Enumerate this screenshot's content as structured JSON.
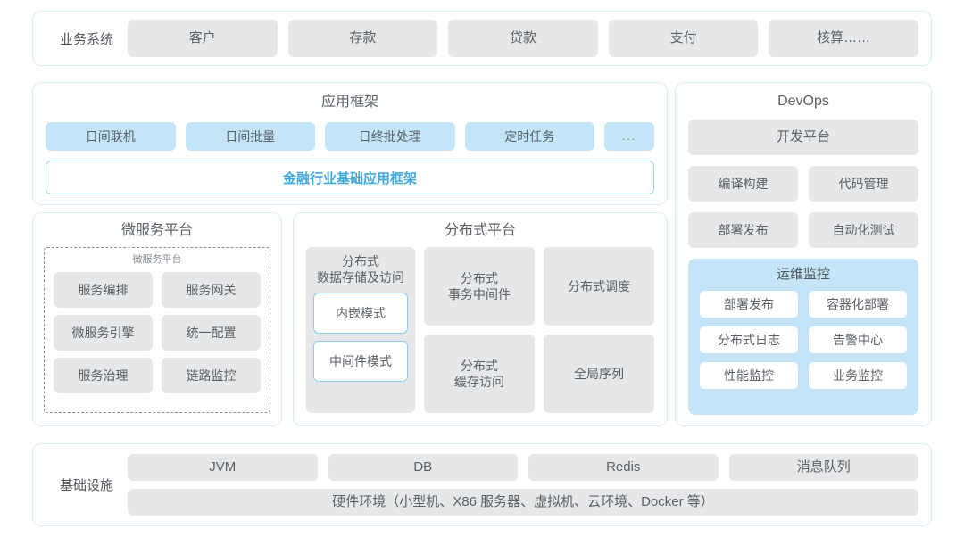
{
  "business_system": {
    "label": "业务系统",
    "items": [
      "客户",
      "存款",
      "贷款",
      "支付",
      "核算……"
    ]
  },
  "app_framework": {
    "title": "应用框架",
    "tiles": [
      "日间联机",
      "日间批量",
      "日终批处理",
      "定时任务",
      "..."
    ],
    "base_framework": "金融行业基础应用框架"
  },
  "microservice_platform": {
    "title": "微服务平台",
    "inner_title": "微服务平台",
    "items": [
      "服务编排",
      "服务网关",
      "微服务引擎",
      "统一配置",
      "服务治理",
      "链路监控"
    ]
  },
  "distributed_platform": {
    "title": "分布式平台",
    "left_column": {
      "label": "分布式\n数据存储及访问",
      "label_line1": "分布式",
      "label_line2": "数据存储及访问",
      "modes": [
        "内嵌模式",
        "中间件模式"
      ]
    },
    "right_tiles": [
      {
        "line1": "分布式",
        "line2": "事务中间件"
      },
      {
        "line1": "分布式调度",
        "line2": ""
      },
      {
        "line1": "分布式",
        "line2": "缓存访问"
      },
      {
        "line1": "全局序列",
        "line2": ""
      }
    ]
  },
  "devops": {
    "title": "DevOps",
    "platform_tile": "开发平台",
    "grid_items": [
      "编译构建",
      "代码管理",
      "部署发布",
      "自动化测试"
    ],
    "ops_monitor": {
      "title": "运维监控",
      "items": [
        "部署发布",
        "容器化部署",
        "分布式日志",
        "告警中心",
        "性能监控",
        "业务监控"
      ]
    }
  },
  "infrastructure": {
    "label": "基础设施",
    "top_items": [
      "JVM",
      "DB",
      "Redis",
      "消息队列"
    ],
    "hardware": "硬件环境（小型机、X86 服务器、虚拟机、云环境、Docker 等）"
  },
  "colors": {
    "panel_border": "#d8eef2",
    "tile_grey": "#e6e7e8",
    "tile_blue": "#c3e5f7",
    "accent_blue": "#3fa9dd",
    "text": "#5a6066"
  }
}
